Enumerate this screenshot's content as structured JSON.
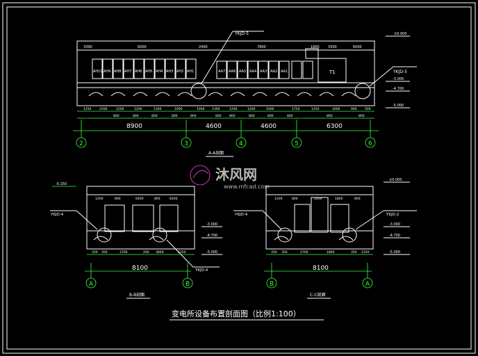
{
  "title": "变电所设备布置剖面图（比例1:100）",
  "section_aa": {
    "label": "A-A剖面",
    "top_dims": [
      "3390",
      "6000",
      "2400",
      "7800",
      "1800",
      "3300",
      "6000"
    ],
    "bottom_dims": [
      "1250",
      "2200",
      "1200",
      "1200",
      "1300",
      "1000",
      "1000",
      "1300",
      "1200",
      "1200",
      "1000",
      "1750",
      "1250",
      "1600",
      "900",
      "500"
    ],
    "bottom_dims2": [
      "800",
      "800",
      "800",
      "800",
      "800",
      "800",
      "800",
      "800",
      "800",
      "800",
      "800",
      "800"
    ],
    "main_dims": [
      "8900",
      "4600",
      "4600",
      "6300"
    ],
    "axes": [
      "2",
      "3",
      "4",
      "5",
      "6"
    ],
    "cabinets_left": [
      "AH10",
      "AH9",
      "AH8",
      "AH7",
      "AH6",
      "AH5",
      "AH4",
      "AH3",
      "AH2",
      "AH1"
    ],
    "cabinets_right": [
      "AA7",
      "AA6",
      "AA5",
      "AA4",
      "AA3",
      "AA2",
      "AA1"
    ],
    "transformer": "T1",
    "cable_tag_top": "YKJD-5",
    "cable_tag_right": "YKJD-5",
    "level_right_top": "±0.000",
    "level_right_1": "-3.000",
    "level_right_2": "-4.700",
    "level_right_3": "-5.000"
  },
  "section_bb": {
    "label": "B-B剖面",
    "main_dim": "8100",
    "axes": [
      "A",
      "B"
    ],
    "level_top": "-0.150",
    "level_1": "-3.000",
    "level_2": "-4.700",
    "level_3": "-5.000",
    "tag_left": "YKJD-4",
    "tag_right": "YKJD-4",
    "top_dims": [
      "1200",
      "800",
      "6400",
      "800",
      "6400"
    ],
    "bottom_dims": [
      "350",
      "350",
      "3700",
      "200",
      "3800",
      "2350"
    ]
  },
  "section_cc": {
    "label": "C-C剖面",
    "main_dim": "8100",
    "axes": [
      "B",
      "A"
    ],
    "level_top": "±0.000",
    "level_1": "-3.000",
    "level_2": "-4.700",
    "level_3": "-5.000",
    "tag_left": "YKJD-4",
    "tag_right": "YKJD-2",
    "top_dims": [
      "1200",
      "800",
      "2400",
      "1800",
      "800"
    ],
    "bottom_dims": [
      "350",
      "350",
      "2700",
      "1800",
      "350",
      "2350"
    ]
  },
  "watermark": {
    "brand": "沐风网",
    "url": "www.mfcad.com"
  }
}
